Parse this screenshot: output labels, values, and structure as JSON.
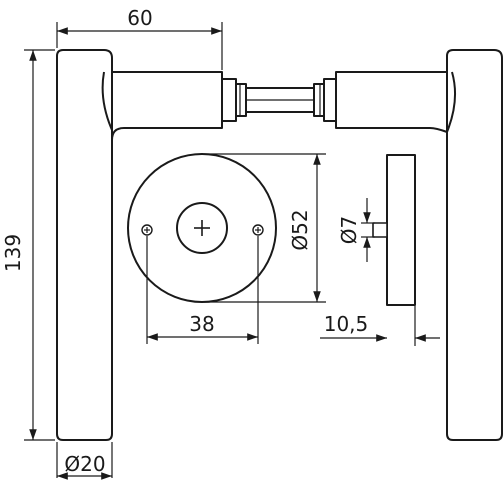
{
  "dimensions": {
    "handle_width": "60",
    "overall_height": "139",
    "rose_diameter": "Ø52",
    "screw_spacing": "38",
    "pin_diameter": "Ø7",
    "rose_thickness": "10,5",
    "tube_diameter": "Ø20"
  },
  "colors": {
    "line": "#1a1a1a",
    "background": "#ffffff"
  }
}
